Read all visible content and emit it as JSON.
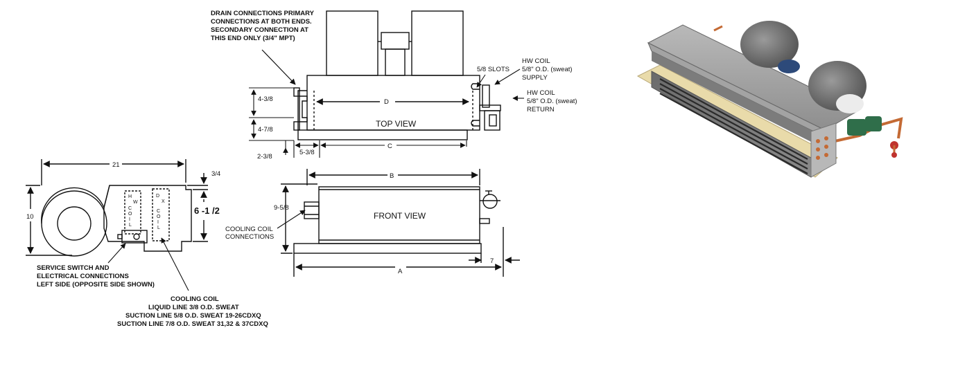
{
  "notes": {
    "drain": [
      "DRAIN CONNECTIONS PRIMARY",
      "CONNECTIONS AT BOTH ENDS.",
      "SECONDARY CONNECTION AT",
      "THIS END ONLY (3/4\" MPT)"
    ],
    "slots": "5/8 SLOTS",
    "hw_supply": [
      "HW COIL",
      "5/8\" O.D. (sweat)",
      "SUPPLY"
    ],
    "hw_return": [
      "HW COIL",
      "5/8\" O.D. (sweat)",
      "RETURN"
    ],
    "service": [
      "SERVICE SWITCH AND",
      "ELECTRICAL CONNECTIONS",
      "LEFT SIDE (OPPOSITE SIDE SHOWN)"
    ],
    "cooling_conn": [
      "COOLING COIL",
      "CONNECTIONS"
    ],
    "cooling_coil": [
      "COOLING COIL",
      "LIQUID LINE 3/8 O.D. SWEAT",
      "SUCTION LINE 5/8 O.D. SWEAT 19-26CDXQ",
      "SUCTION LINE 7/8 O.D. SWEAT 31,32 & 37CDXQ"
    ]
  },
  "views": {
    "top": "TOP VIEW",
    "front": "FRONT VIEW"
  },
  "side_view": {
    "hw_coil": [
      "H",
      "W",
      "C",
      "O",
      "I",
      "L"
    ],
    "dx_coil": [
      "D",
      "X",
      "C",
      "O",
      "I",
      "L"
    ]
  },
  "dimensions": {
    "d": "D",
    "c": "C",
    "b": "B",
    "a": "A",
    "d_4_3_8": "4-3/8",
    "d_4_7_8": "4-7/8",
    "d_2_3_8": "2-3/8",
    "d_5_3_8": "5-3/8",
    "d_21": "21",
    "d_10": "10",
    "d_3_4": "3/4",
    "d_6_1_2": "6 -1 /2",
    "d_9_5_8": "9-5/8",
    "d_7": "7"
  },
  "colors": {
    "line": "#111111",
    "cabinet": "#9a9a9a",
    "blower": "#7d7d7d",
    "valve": "#2f6e4a",
    "copper": "#c46a34",
    "base": "#e6d7a8"
  }
}
